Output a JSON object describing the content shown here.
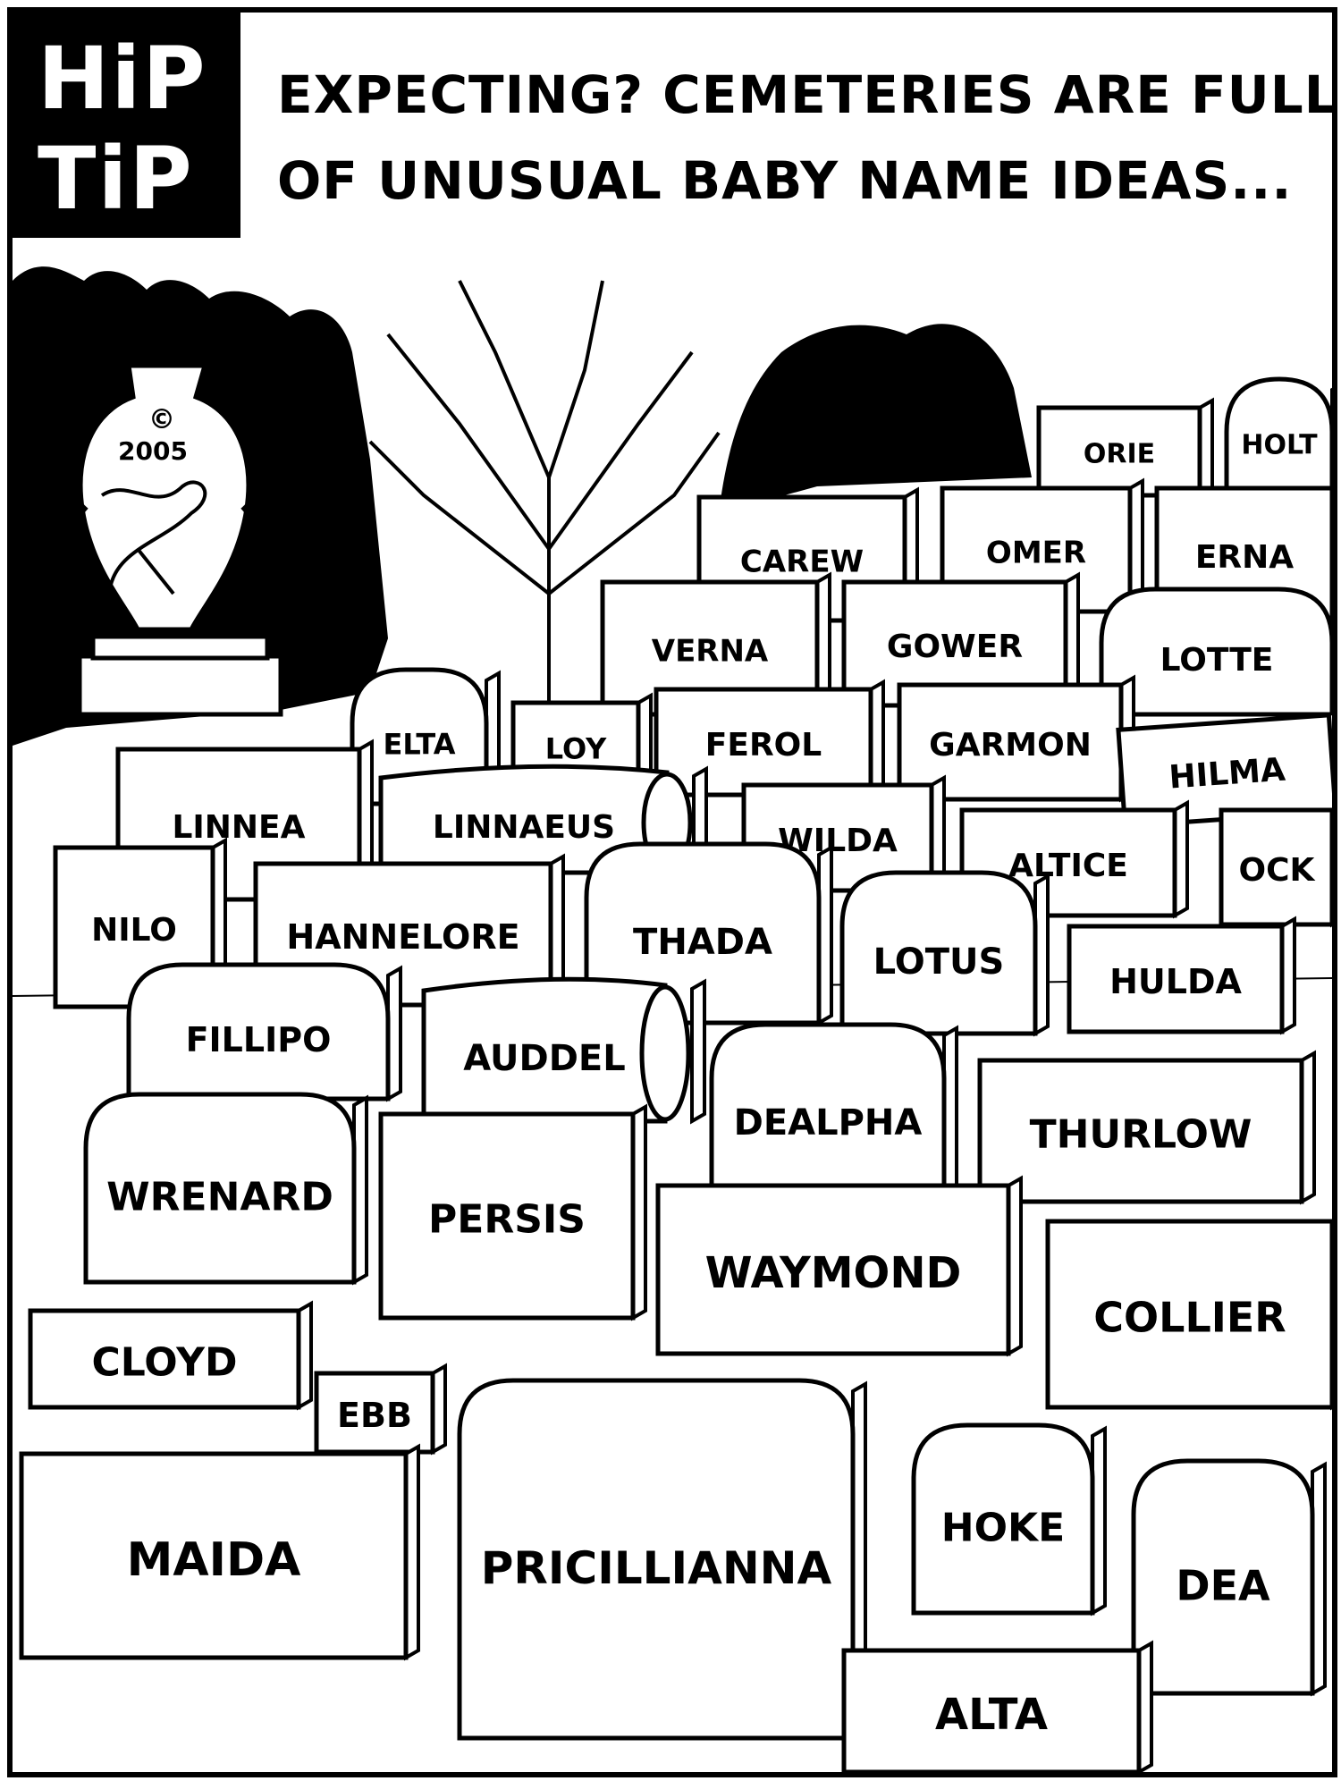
{
  "header": {
    "badge_line1": "HiP",
    "badge_line2": "TiP",
    "caption_line1": "EXPECTING? CEMETERIES ARE FULL",
    "caption_line2": "OF UNUSUAL BABY NAME IDEAS..."
  },
  "vase": {
    "copyright_symbol": "©",
    "year": "2005"
  },
  "tombstones": [
    "ORIE",
    "HOLT",
    "CAREW",
    "OMER",
    "ERNA",
    "VERNA",
    "GOWER",
    "LOTTE",
    "ELTA",
    "LOY",
    "FEROL",
    "GARMON",
    "HILMA",
    "LINNEA",
    "LINNAEUS",
    "WILDA",
    "ALTICE",
    "OCK",
    "NILO",
    "HANNELORE",
    "THADA",
    "LOTUS",
    "HULDA",
    "FILLIPO",
    "AUDDEL",
    "DEALPHA",
    "THURLOW",
    "WRENARD",
    "PERSIS",
    "WAYMOND",
    "COLLIER",
    "CLOYD",
    "EBB",
    "MAIDA",
    "PRICILLIANNA",
    "HOKE",
    "DEA",
    "ALTA"
  ],
  "colors": {
    "ink": "#000000",
    "paper": "#ffffff"
  }
}
